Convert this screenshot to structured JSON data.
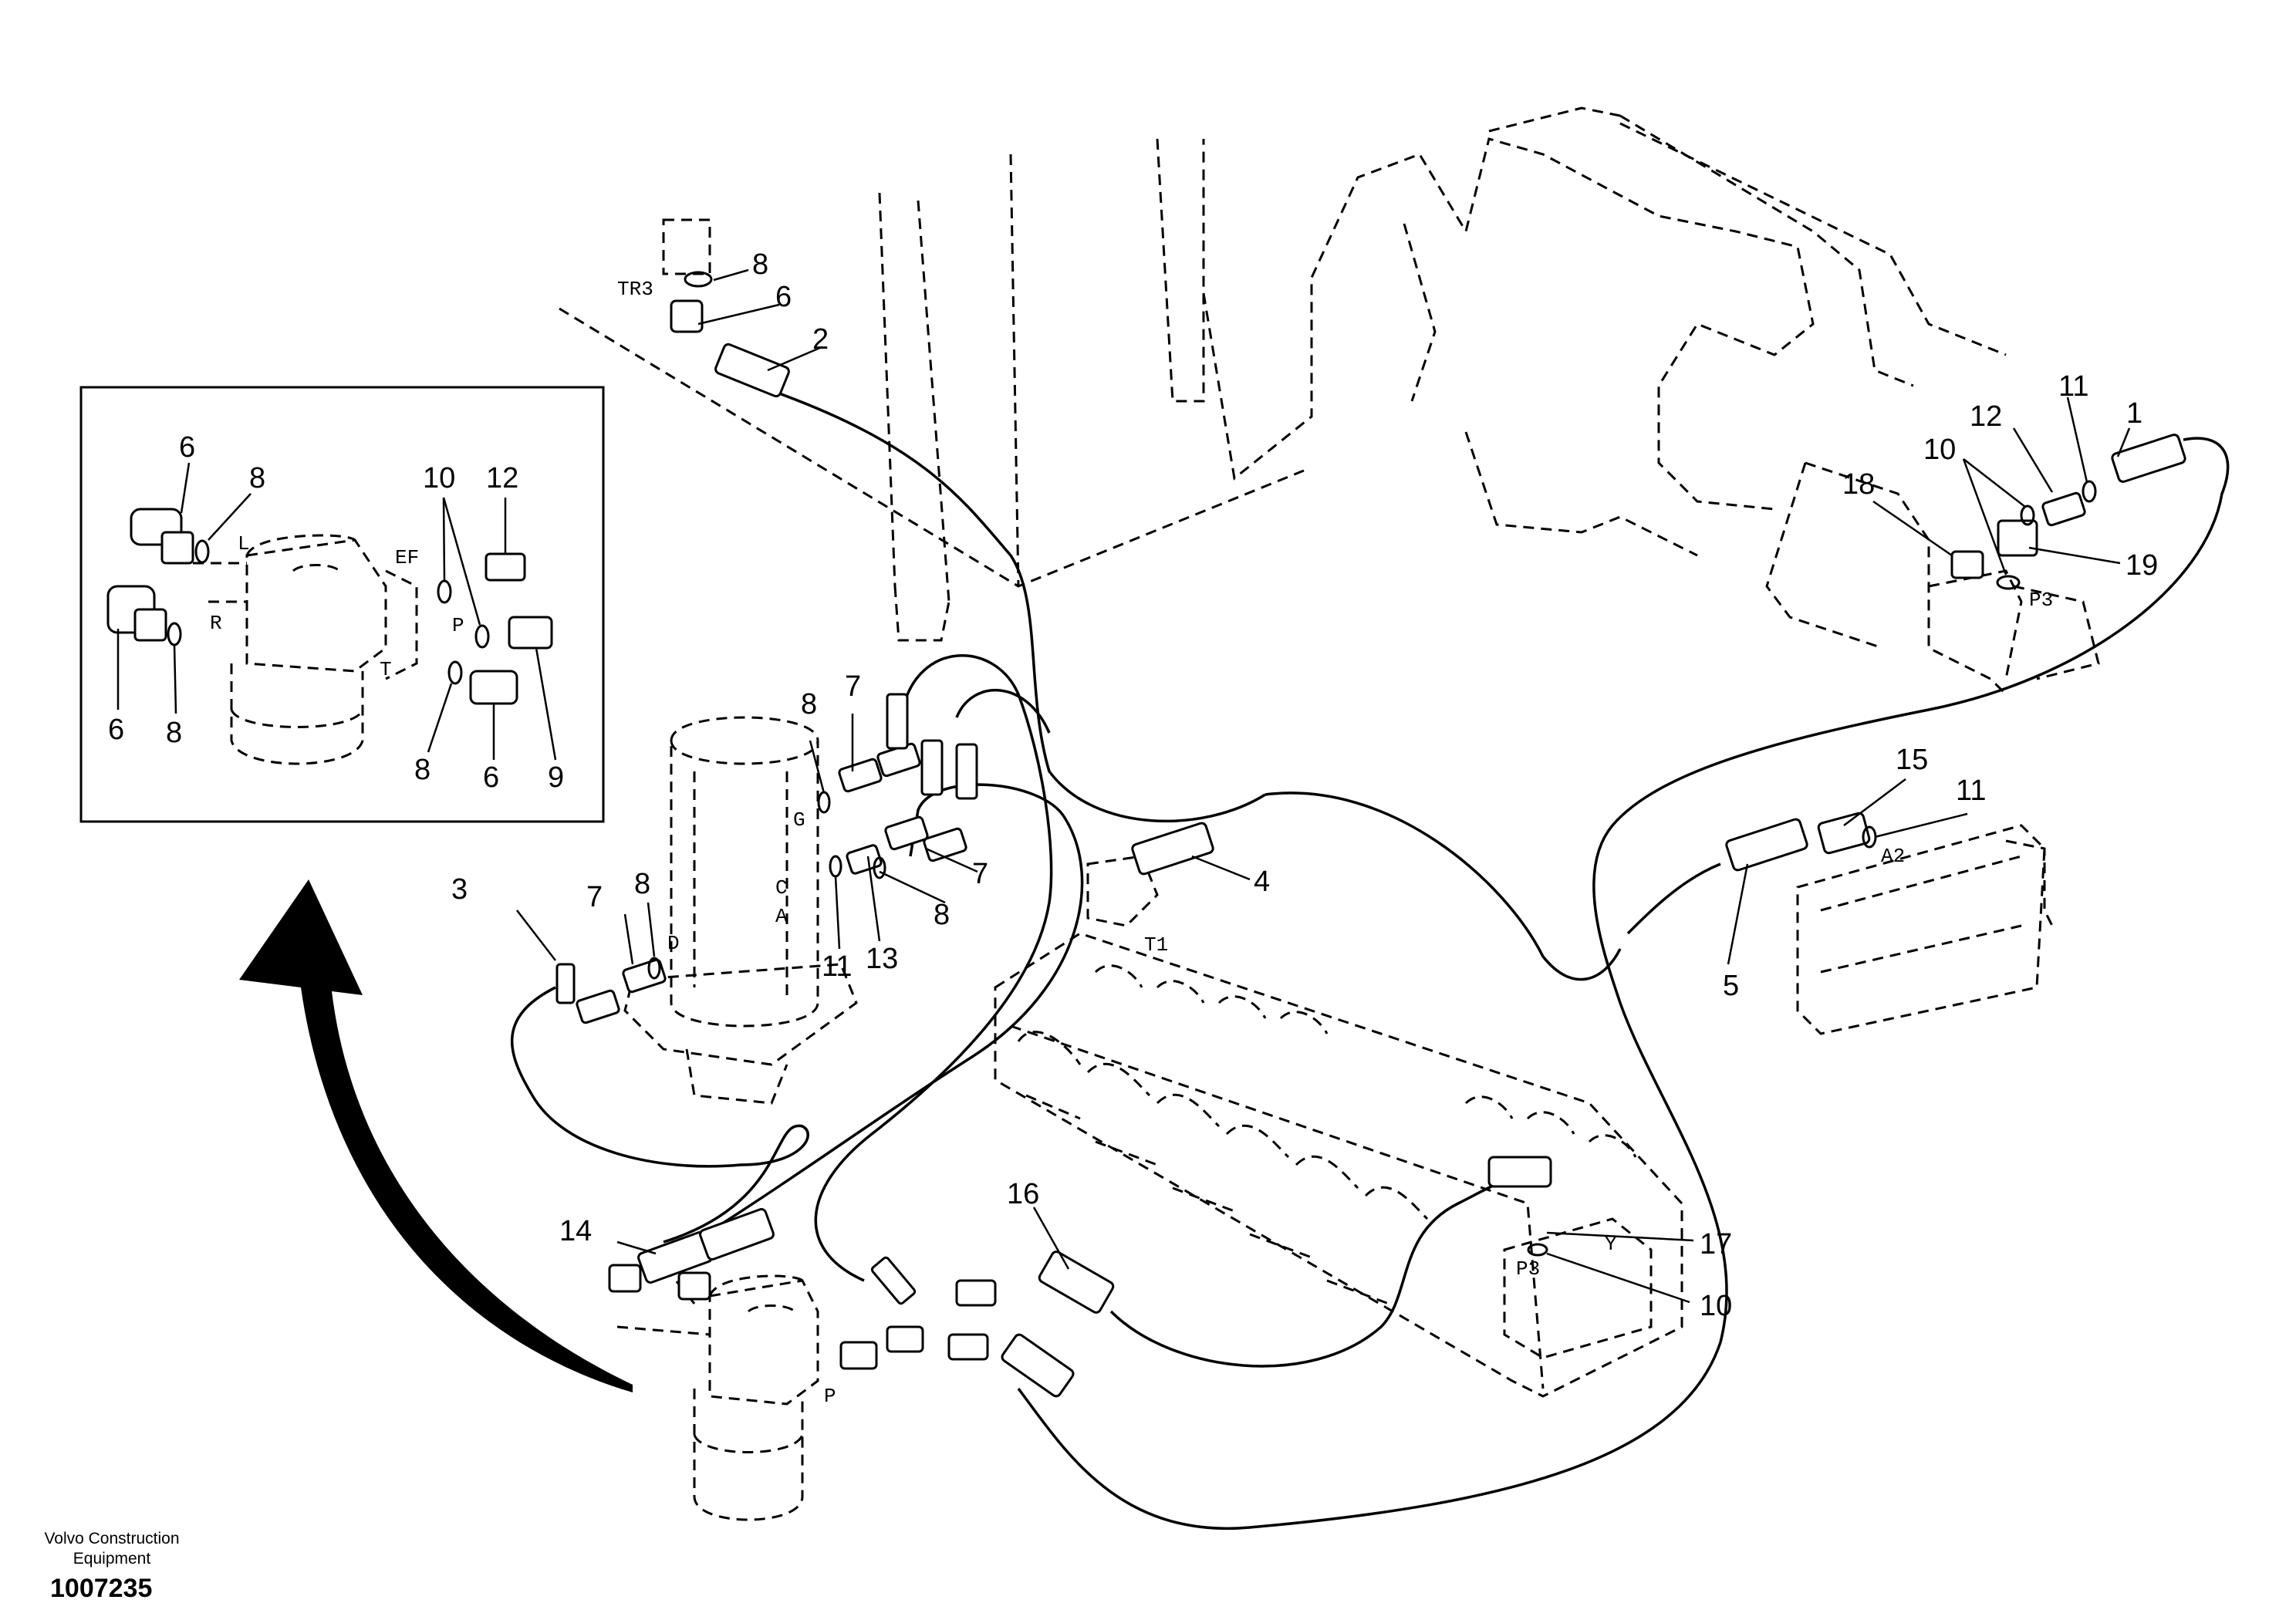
{
  "footer": {
    "brand_line1": "Volvo Construction",
    "brand_line2": "Equipment",
    "drawing_number": "1007235"
  },
  "ports": {
    "tr3": "TR3",
    "l": "L",
    "ef": "EF",
    "r": "R",
    "p_inset": "P",
    "t": "T",
    "g": "G",
    "c": "C",
    "a": "A",
    "d": "D",
    "t1": "T1",
    "p3_top": "P3",
    "a2": "A2",
    "y": "Y",
    "p3_valve": "P3",
    "p_swivel": "P"
  },
  "callouts": {
    "c1": "1",
    "c2": "2",
    "c3": "3",
    "c4": "4",
    "c5": "5",
    "c6_top": "6",
    "c8_top": "8",
    "c6_inset_a": "6",
    "c8_inset_a": "8",
    "c10_inset": "10",
    "c12_inset": "12",
    "c6_inset_b": "6",
    "c8_inset_b": "8",
    "c8_inset_c": "8",
    "c6_inset_c": "6",
    "c9_inset": "9",
    "c8_mid": "8",
    "c7_mid": "7",
    "c7_left": "7",
    "c8_left": "8",
    "c7_right": "7",
    "c8_right": "8",
    "c11_mid": "11",
    "c13": "13",
    "c12_right": "12",
    "c11_right": "11",
    "c10_right": "10",
    "c18": "18",
    "c19": "19",
    "c15": "15",
    "c11_far": "11",
    "c14": "14",
    "c16": "16",
    "c17": "17",
    "c10_bottom": "10"
  }
}
